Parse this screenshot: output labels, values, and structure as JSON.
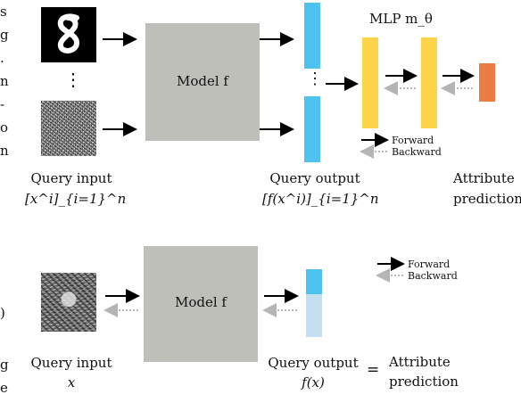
{
  "left_margin_glyphs": [
    "s",
    "g",
    ".",
    "n",
    "-",
    "o",
    "n",
    ")",
    "g",
    "e"
  ],
  "top": {
    "query_input_label": "Query input",
    "query_input_math": "[x^i]_{i=1}^n",
    "model_label": "Model f",
    "query_output_label": "Query output",
    "query_output_math": "[f(x^i)]_{i=1}^n",
    "mlp_label": "MLP m_θ",
    "attribute_label_line1": "Attribute",
    "attribute_label_line2": "prediction",
    "legend_forward": "Forward",
    "legend_backward": "Backward",
    "vertical_dots": "⋮"
  },
  "bottom": {
    "query_input_label": "Query input",
    "query_input_math": "x",
    "model_label": "Model f",
    "query_output_label": "Query output",
    "query_output_math": "f(x)",
    "equals": "=",
    "attribute_label_line1": "Attribute",
    "attribute_label_line2": "prediction",
    "legend_forward": "Forward",
    "legend_backward": "Backward"
  },
  "colors": {
    "model_box": "#bebfb8",
    "output_bar": "#4ec3ef",
    "output_bar_light": "#c5dff0",
    "mlp_layer": "#fdd34a",
    "attribute_output": "#ea7c43",
    "forward_arrow": "#000000",
    "backward_arrow": "#b5b5b5"
  }
}
